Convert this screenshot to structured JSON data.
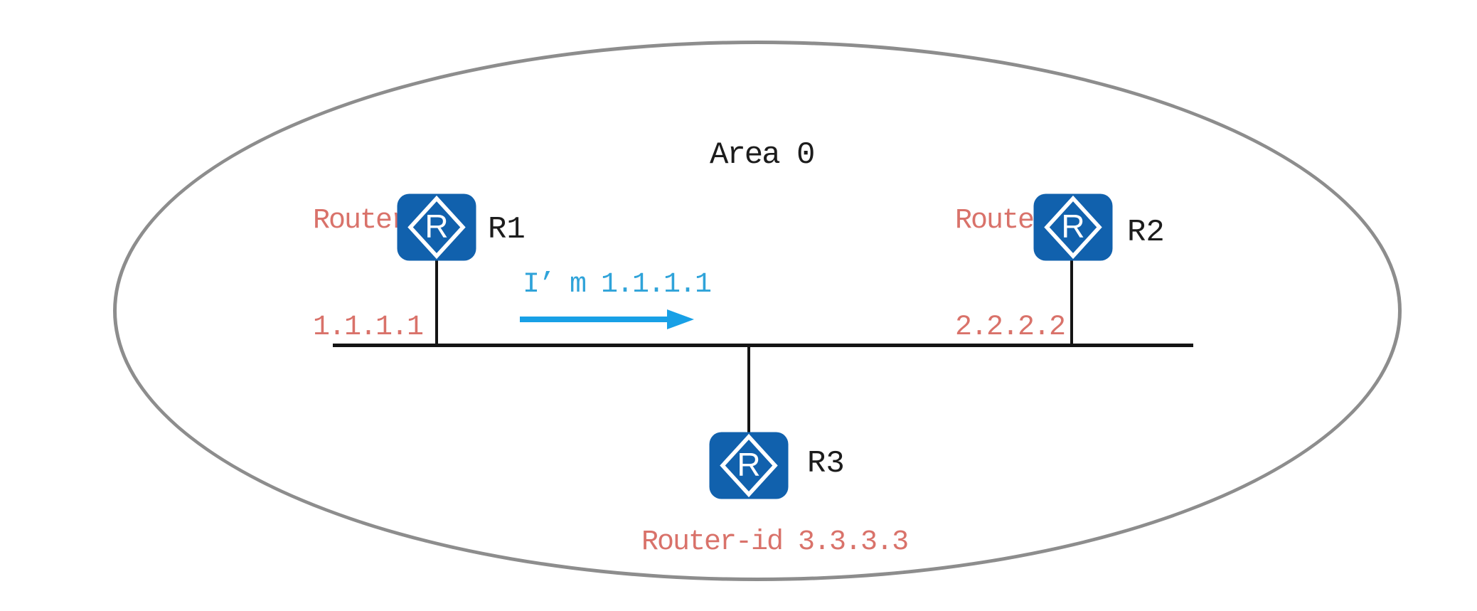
{
  "area": {
    "label": "Area 0"
  },
  "routers": {
    "r1": {
      "label": "R1",
      "router_id_line1": "Router-id",
      "router_id_line2": "1.1.1.1"
    },
    "r2": {
      "label": "R2",
      "router_id_line1": "Router-id",
      "router_id_line2": "2.2.2.2"
    },
    "r3": {
      "label": "R3",
      "router_id_text": "Router-id 3.3.3.3"
    }
  },
  "message": {
    "text": "I’ m 1.1.1.1",
    "direction": "right"
  },
  "icons": {
    "router_glyph": "R"
  },
  "colors": {
    "router_fill": "#1161ad",
    "router_glyph": "#ffffff",
    "router_id_text": "#d9726a",
    "message_text": "#2fa3d9",
    "arrow": "#18a0e6",
    "area_border": "#8d8d8d",
    "line": "#141414",
    "label_text": "#1c1c1c",
    "bg": "#ffffff"
  }
}
